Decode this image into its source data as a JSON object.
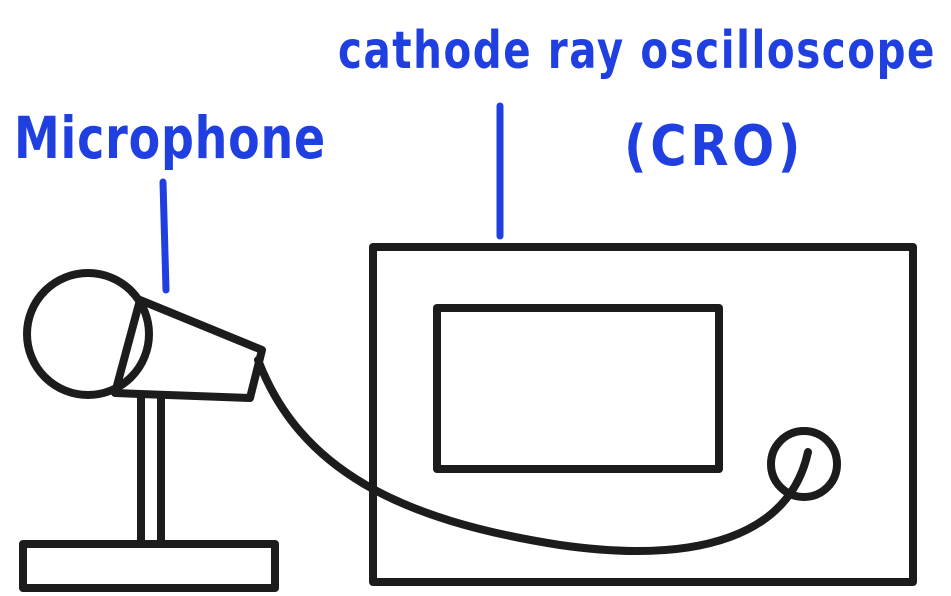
{
  "labels": {
    "microphone": "Microphone",
    "cro_line1": "cathode ray oscilloscope",
    "cro_line2": "(CRO)"
  },
  "colors": {
    "label_ink": "#1f3fe0",
    "line_ink": "#1c1c1c",
    "background": "#ffffff"
  }
}
